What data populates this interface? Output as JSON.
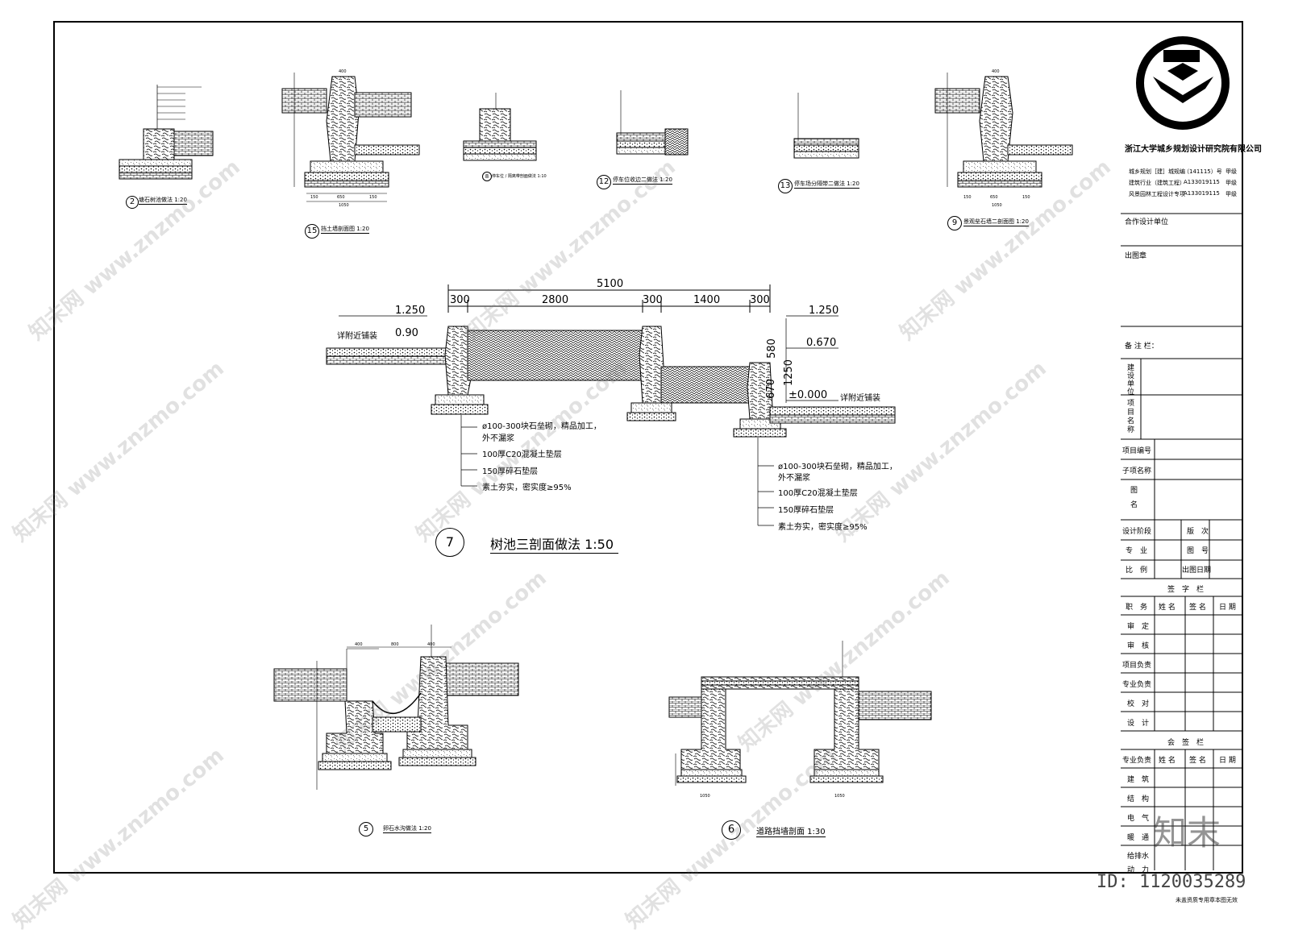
{
  "company": {
    "name": "浙江大学城乡规划设计研究院有限公司",
    "qualifications": [
      {
        "label": "城乡规划［建］城规编",
        "code": "（141115）号",
        "grade": "甲级"
      },
      {
        "label": "建筑行业（建筑工程）",
        "code": "A133019115",
        "grade": "甲级"
      },
      {
        "label": "风景园林工程设计专项",
        "code": "A133019115",
        "grade": "甲级"
      }
    ]
  },
  "title_block": {
    "partner": "合作设计单位",
    "stamp": "出图章",
    "remarks": "备 注 栏：",
    "build_unit": "建设单位",
    "project_name": "项目名称",
    "project_no": "项目编号",
    "sub_item": "子项名称",
    "drawing_name": "图　名",
    "stage": "设计阶段",
    "version": "版　次",
    "discipline": "专　业",
    "drawing_no": "图　号",
    "scale": "比　例",
    "date": "出图日期",
    "sign_header": "签　字　栏",
    "sign_cols": [
      "职　务",
      "姓 名",
      "签 名",
      "日 期"
    ],
    "sign_rows": [
      "审　定",
      "审　核",
      "项目负责",
      "专业负责",
      "校　对",
      "设　计"
    ],
    "countersign_header": "会　签　栏",
    "countersign_cols": [
      "专业负责",
      "姓 名",
      "签 名",
      "日 期"
    ],
    "countersign_rows": [
      "建　筑",
      "结　构",
      "电　气",
      "暖　通",
      "给排水",
      "动　力"
    ],
    "footer": "未盖资质专用章本图无效",
    "id_label": "ID: 1120035289"
  },
  "details": {
    "d2": {
      "num": "2",
      "title": "塘石树池做法 1:20"
    },
    "d15": {
      "num": "15",
      "title": "挡土墙剖面图 1:20"
    },
    "d8": {
      "num": "8",
      "title": "停车位 / 隔离带剖面做法 1:10"
    },
    "d12": {
      "num": "12",
      "title": "停车位收边二做法 1:20"
    },
    "d13": {
      "num": "13",
      "title": "停车场分隔带二做法 1:20"
    },
    "d9": {
      "num": "9",
      "title": "景观垒石墙二剖面图 1:20"
    },
    "d7": {
      "num": "7",
      "title": "树池三剖面做法  1:50"
    },
    "d5": {
      "num": "5",
      "title": "卵石水沟做法 1:20"
    },
    "d6": {
      "num": "6",
      "title": "道路挡墙剖面 1:30"
    }
  },
  "d7_dims": {
    "total": "5100",
    "segments": [
      "300",
      "2800",
      "300",
      "1400",
      "300"
    ],
    "elev_left": "1.250",
    "elev_left2": "0.90",
    "elev_right": "1.250",
    "elev_right2": "0.670",
    "elev_zero": "±0.000",
    "h580": "580",
    "h1250": "1250",
    "h670": "670",
    "note_pave": "详附近铺装",
    "note_pave_r": "详附近铺装"
  },
  "d7_notes_left": [
    "ø100-300块石垒砌，精品加工，",
    "外不漏浆",
    "100厚C20混凝土垫层",
    "150厚碎石垫层",
    "素土夯实，密实度≥95%"
  ],
  "d7_notes_right": [
    "ø100-300块石垒砌，精品加工，",
    "外不漏浆",
    "100厚C20混凝土垫层",
    "150厚碎石垫层",
    "素土夯实，密实度≥95%"
  ],
  "small_dims": {
    "d15_top": "400",
    "d15_b1": "150",
    "d15_b2": "650",
    "d15_b3": "150",
    "d15_total": "1050",
    "d9_top": "400",
    "d9_b1": "150",
    "d9_b2": "650",
    "d9_b3": "150",
    "d9_total": "1050",
    "d5_a": "400",
    "d5_b": "800",
    "d5_c": "400",
    "d6_l": "1050",
    "d6_r": "1050"
  },
  "watermarks": [
    "知末网 www.znzmo.com"
  ],
  "logo_text": "知末"
}
